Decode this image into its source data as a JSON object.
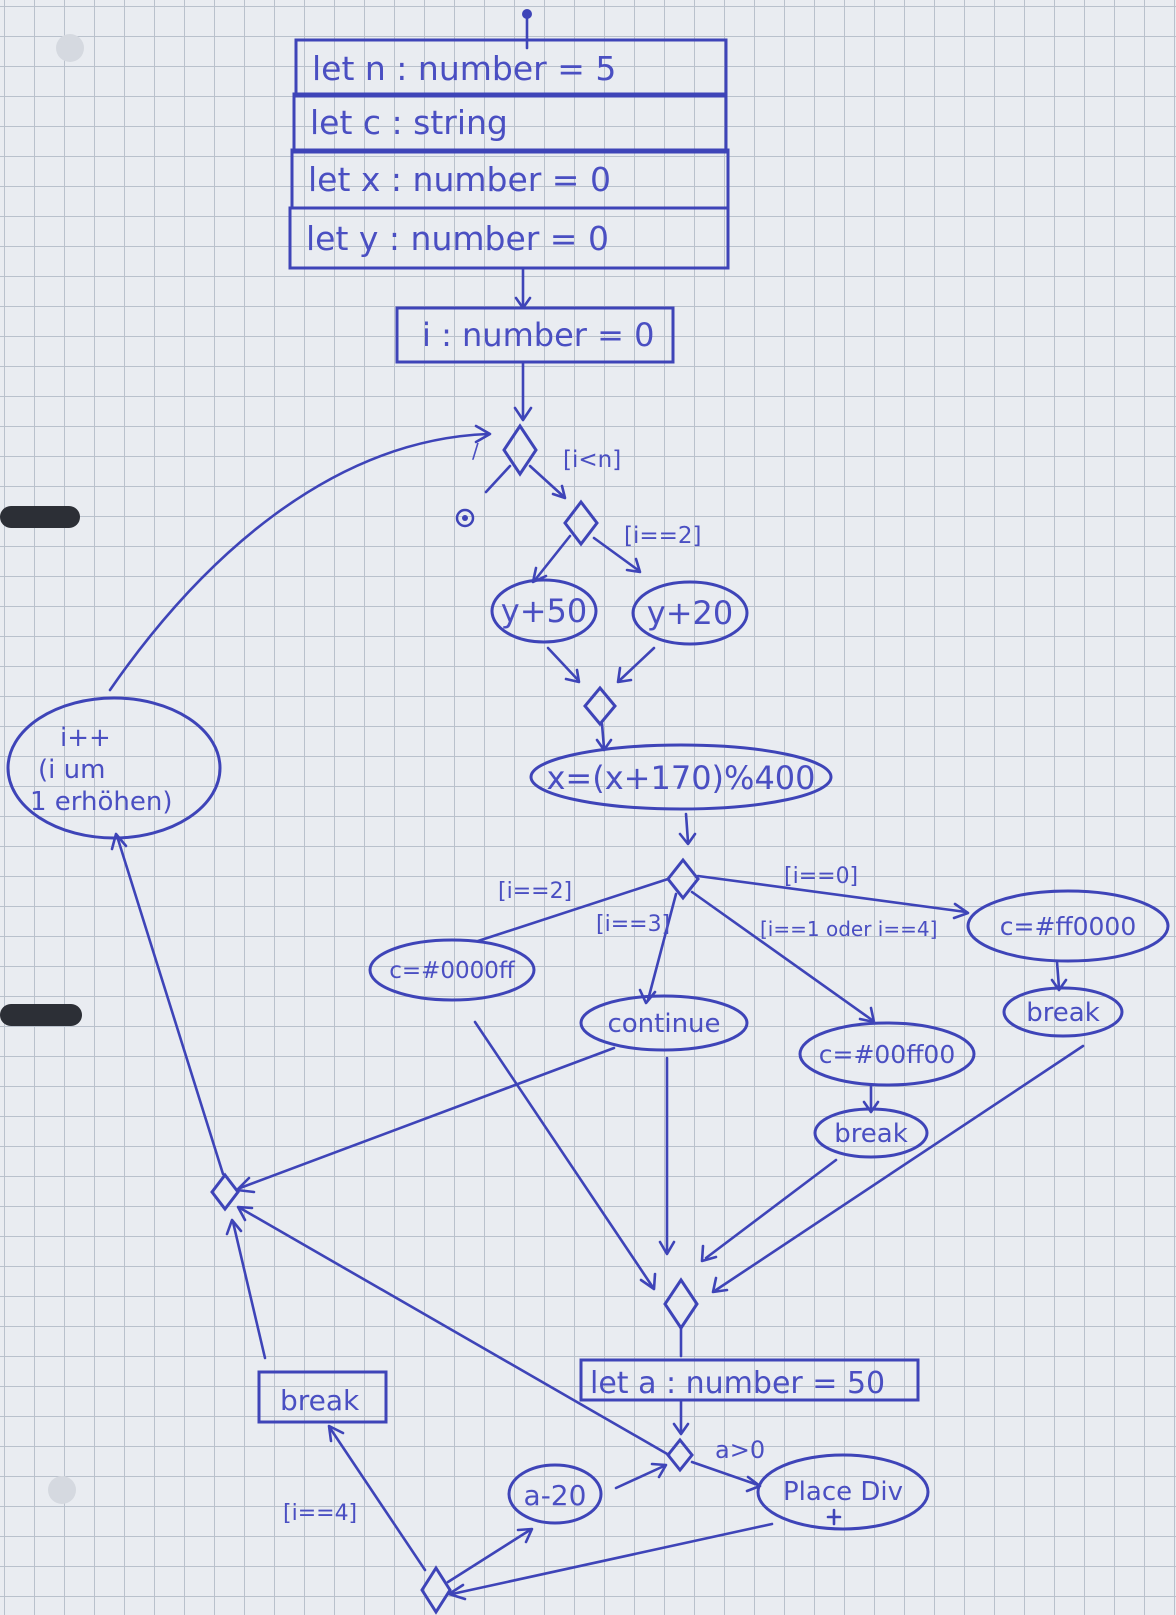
{
  "declarations": [
    "let n : number = 5",
    "let c : string",
    "let x : number = 0",
    "let y : number = 0"
  ],
  "init": "i : number = 0",
  "guards": {
    "loop": "[i<n]",
    "y_branch": "[i==2]",
    "case_blue": "[i==2]",
    "case_continue": "[i==3]",
    "case_green": "[i==1 oder i==4]",
    "case_red": "[i==0]",
    "break_guard": "[i==4]",
    "a_check": "a>0"
  },
  "actions": {
    "y_plus_50": "y+50",
    "y_plus_20": "y+20",
    "x_update": "x=(x+170)%400",
    "i_increment_1": "i++",
    "i_increment_2": "(i um",
    "i_increment_3": "1 erhöhen)",
    "c_blue": "c=#0000ff",
    "continue": "continue",
    "c_green": "c=#00ff00",
    "break_green": "break",
    "c_red": "c=#ff0000",
    "break_red": "break",
    "let_a": "let a : number = 50",
    "a_minus_20": "a-20",
    "place_div": "Place Div",
    "break_box": "break"
  }
}
